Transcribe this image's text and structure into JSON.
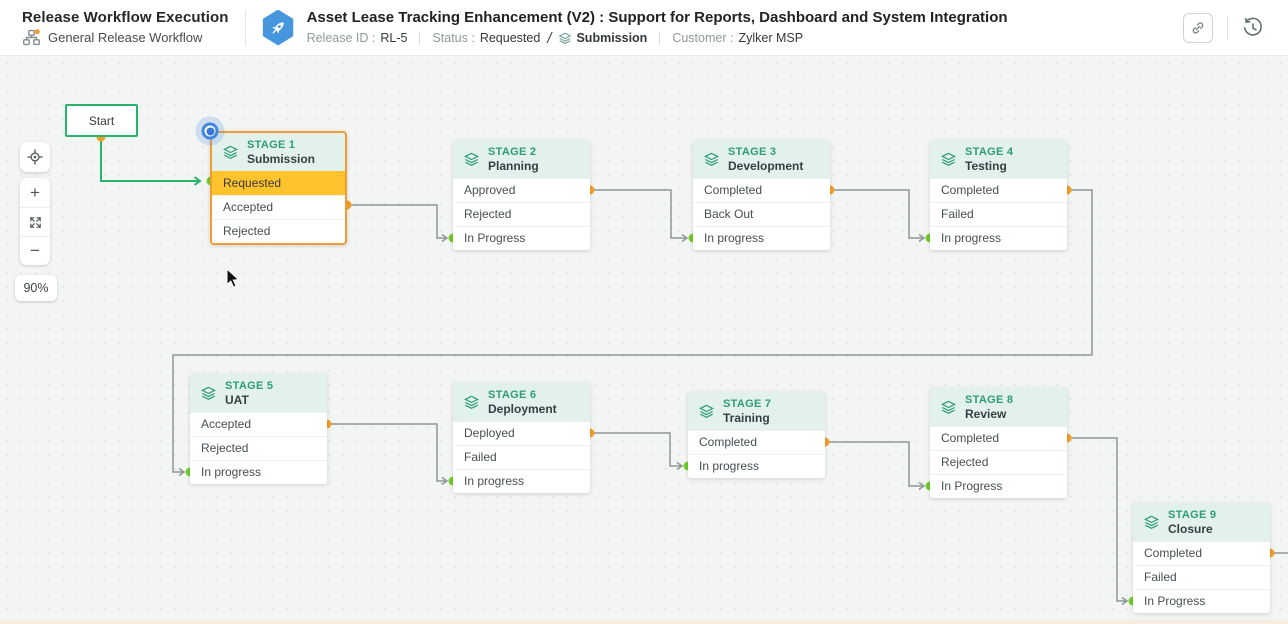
{
  "header": {
    "app_title": "Release Workflow Execution",
    "workflow_name": "General Release Workflow",
    "release_title": "Asset Lease Tracking Enhancement (V2) : Support for Reports, Dashboard and System Integration",
    "release_id_label": "Release ID :",
    "release_id": "RL-5",
    "status_label": "Status :",
    "status_value": "Requested",
    "status_separator": "/",
    "status_stage": "Submission",
    "customer_label": "Customer :",
    "customer_value": "Zylker MSP"
  },
  "toolbar": {
    "zoom_level": "90%",
    "zoom_in_label": "+",
    "zoom_out_label": "−"
  },
  "canvas": {
    "start_label": "Start"
  },
  "icons": {
    "workflow_badge": "sitemap-icon",
    "release_badge": "rocket-icon",
    "stage_header": "layers-icon",
    "top_right": [
      "link-icon",
      "history-icon"
    ],
    "toolbar": [
      "crosshair-locate-icon",
      "plus-icon",
      "fit-screen-icon",
      "minus-icon"
    ]
  },
  "colors": {
    "stage_header_bg": "#e2f1ec",
    "stage_label_green": "#2e9c77",
    "selected_border_orange": "#f39b30",
    "highlight_row_yellow": "#fec32d",
    "start_border_green": "#27b36b",
    "connector_gray": "#8f9694",
    "exit_port_orange": "#f59e26",
    "entry_port_green": "#6fce2a",
    "marker_blue": "#4187e0",
    "badge_blue": "#4596dd"
  },
  "stages": [
    {
      "label": "STAGE 1",
      "name": "Submission",
      "selected": true,
      "statuses": [
        {
          "text": "Requested",
          "highlight": true
        },
        {
          "text": "Accepted"
        },
        {
          "text": "Rejected"
        }
      ]
    },
    {
      "label": "STAGE 2",
      "name": "Planning",
      "statuses": [
        {
          "text": "Approved"
        },
        {
          "text": "Rejected"
        },
        {
          "text": "In Progress"
        }
      ]
    },
    {
      "label": "STAGE 3",
      "name": "Development",
      "statuses": [
        {
          "text": "Completed"
        },
        {
          "text": "Back Out"
        },
        {
          "text": "In progress"
        }
      ]
    },
    {
      "label": "STAGE 4",
      "name": "Testing",
      "statuses": [
        {
          "text": "Completed"
        },
        {
          "text": "Failed"
        },
        {
          "text": "In progress"
        }
      ]
    },
    {
      "label": "STAGE 5",
      "name": "UAT",
      "statuses": [
        {
          "text": "Accepted"
        },
        {
          "text": "Rejected"
        },
        {
          "text": "In progress"
        }
      ]
    },
    {
      "label": "STAGE 6",
      "name": "Deployment",
      "statuses": [
        {
          "text": "Deployed"
        },
        {
          "text": "Failed"
        },
        {
          "text": "In progress"
        }
      ]
    },
    {
      "label": "STAGE 7",
      "name": "Training",
      "statuses": [
        {
          "text": "Completed"
        },
        {
          "text": "In progress"
        }
      ]
    },
    {
      "label": "STAGE 8",
      "name": "Review",
      "statuses": [
        {
          "text": "Completed"
        },
        {
          "text": "Rejected"
        },
        {
          "text": "In Progress"
        }
      ]
    },
    {
      "label": "STAGE 9",
      "name": "Closure",
      "statuses": [
        {
          "text": "Completed"
        },
        {
          "text": "Failed"
        },
        {
          "text": "In Progress"
        }
      ]
    }
  ]
}
